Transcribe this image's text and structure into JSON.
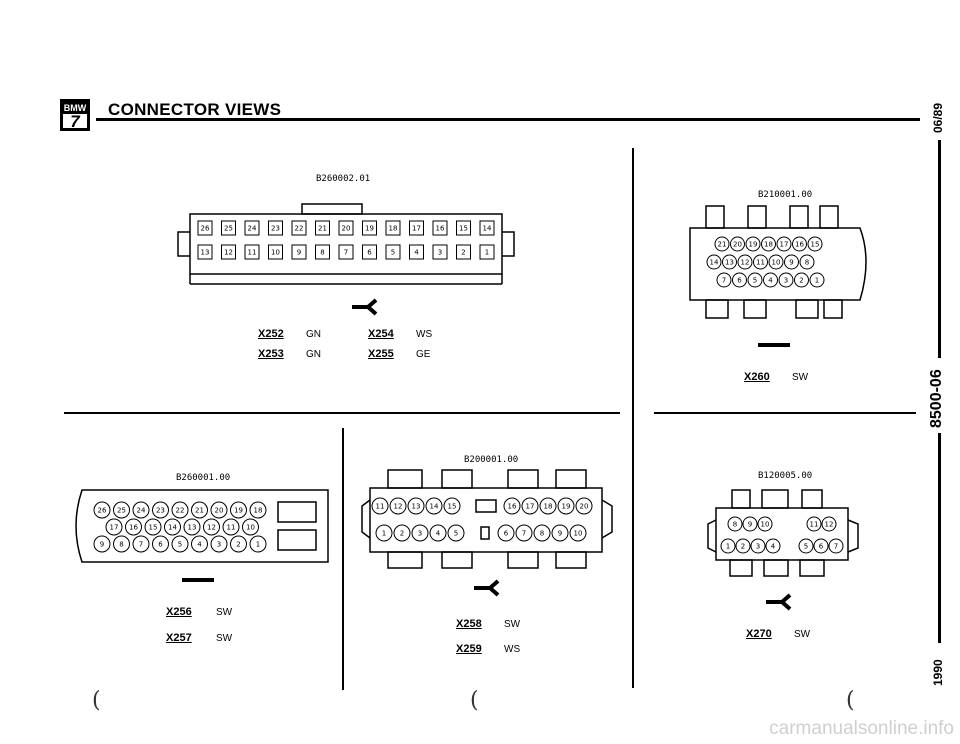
{
  "header": {
    "title": "CONNECTOR VIEWS",
    "logo_top": "BMW",
    "logo_num": "7"
  },
  "side": {
    "date_top": "06/89",
    "manual": "8500-06",
    "year": "1990"
  },
  "connectors": [
    {
      "code": "B260002.01",
      "labels": [
        {
          "id": "X252",
          "color": "GN"
        },
        {
          "id": "X254",
          "color": "WS"
        },
        {
          "id": "X253",
          "color": "GN"
        },
        {
          "id": "X255",
          "color": "GE"
        }
      ]
    },
    {
      "code": "B210001.00",
      "labels": [
        {
          "id": "X260",
          "color": "SW"
        }
      ]
    },
    {
      "code": "B260001.00",
      "labels": [
        {
          "id": "X256",
          "color": "SW"
        },
        {
          "id": "X257",
          "color": "SW"
        }
      ]
    },
    {
      "code": "B200001.00",
      "labels": [
        {
          "id": "X258",
          "color": "SW"
        },
        {
          "id": "X259",
          "color": "WS"
        }
      ]
    },
    {
      "code": "B120005.00",
      "labels": [
        {
          "id": "X270",
          "color": "SW"
        }
      ]
    }
  ],
  "pins": {
    "c1_top": [
      "26",
      "25",
      "24",
      "23",
      "22",
      "21",
      "20",
      "19",
      "18",
      "17",
      "16",
      "15",
      "14"
    ],
    "c1_bottom": [
      "13",
      "12",
      "11",
      "10",
      "9",
      "8",
      "7",
      "6",
      "5",
      "4",
      "3",
      "2",
      "1"
    ],
    "c2_r1": [
      "21",
      "20",
      "19",
      "18",
      "17",
      "16",
      "15"
    ],
    "c2_r2": [
      "14",
      "13",
      "12",
      "11",
      "10",
      "9",
      "8"
    ],
    "c2_r3": [
      "7",
      "6",
      "5",
      "4",
      "3",
      "2",
      "1"
    ],
    "c3_r1": [
      "26",
      "25",
      "24",
      "23",
      "22",
      "21",
      "20",
      "19",
      "18"
    ],
    "c3_r2": [
      "17",
      "16",
      "15",
      "14",
      "13",
      "12",
      "11",
      "10"
    ],
    "c3_r3": [
      "9",
      "8",
      "7",
      "6",
      "5",
      "4",
      "3",
      "2",
      "1"
    ],
    "c4_r1": [
      "11",
      "12",
      "13",
      "14",
      "15",
      "16",
      "17",
      "18",
      "19",
      "20"
    ],
    "c4_r2": [
      "1",
      "2",
      "3",
      "4",
      "5",
      "6",
      "7",
      "8",
      "9",
      "10"
    ],
    "c5_r1": [
      "8",
      "9",
      "10",
      "11",
      "12"
    ],
    "c5_r2": [
      "1",
      "2",
      "3",
      "4",
      "5",
      "6",
      "7"
    ]
  },
  "footer": "carmanualsonline.info"
}
